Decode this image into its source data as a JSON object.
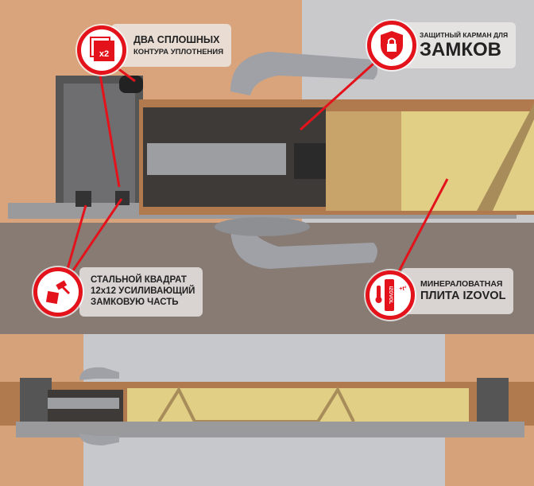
{
  "callouts": {
    "seals": {
      "line1": "ДВА СПЛОШНЫХ",
      "line2": "КОНТУРА УПЛОТНЕНИЯ",
      "icon_text": "x2",
      "icon": "seal-layers-icon"
    },
    "lock_pocket": {
      "line1": "ЗАЩИТНЫЙ КАРМАН ДЛЯ",
      "line2": "ЗАМКОВ",
      "icon": "shield-lock-icon"
    },
    "steel_square": {
      "line1": "СТАЛЬНОЙ КВАДРАТ",
      "line2": "12x12 УСИЛИВАЮЩИЙ",
      "line3": "ЗАМКОВУЮ ЧАСТЬ",
      "icon": "hammer-icon"
    },
    "mineral_wool": {
      "line1": "МИНЕРАЛОВАТНАЯ",
      "line2": "ПЛИТА IZOVOL",
      "icon": "thermometer-insulation-icon",
      "icon_text": "+t°",
      "brand_text": "IZOVOL"
    }
  },
  "colors": {
    "accent": "#e3121b",
    "wall": "#d8a27c",
    "steel": "#8d8f93",
    "insulation": "#d9c47a"
  }
}
